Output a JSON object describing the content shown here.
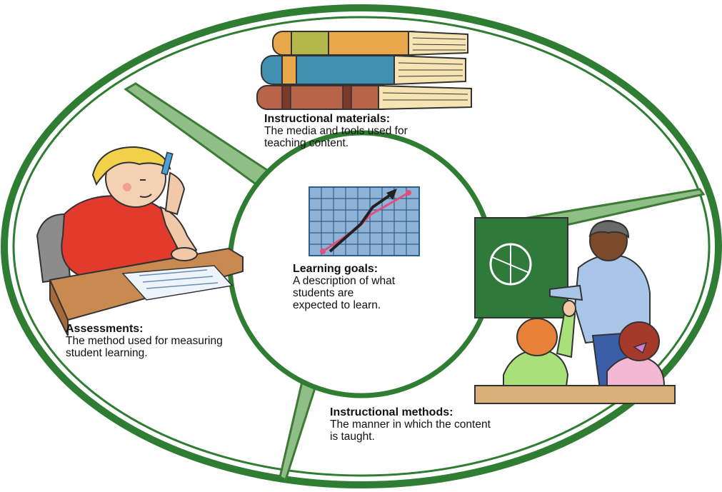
{
  "sections": {
    "materials": {
      "title": "Instructional materials:",
      "description": "The media and tools used for\nteaching content.",
      "icon": "books-icon"
    },
    "goals": {
      "title": "Learning goals:",
      "description": "A description of what\nstudents are\nexpected to learn.",
      "icon": "rising-chart-icon"
    },
    "assessments": {
      "title": "Assessments:",
      "description": "The method used for measuring\nstudent learning.",
      "icon": "student-test-icon"
    },
    "methods": {
      "title": "Instructional methods:",
      "description": "The manner in which the content\nis taught.",
      "icon": "classroom-teacher-icon"
    }
  },
  "colors": {
    "ring": "#2e7d32",
    "divider_light": "#8fbf86",
    "divider_dark": "#3d7a36",
    "background": "#ffffff"
  }
}
